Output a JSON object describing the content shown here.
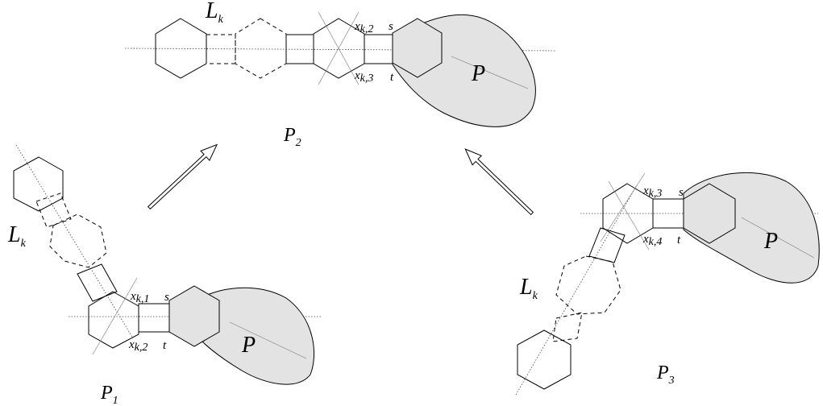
{
  "top": {
    "L": "L",
    "L_sub": "k",
    "x_top": "x",
    "x_top_sub": "k,2",
    "x_bot": "x",
    "x_bot_sub": "k,3",
    "s": "s",
    "t": "t",
    "P": "P",
    "name": "P",
    "name_sub": "2"
  },
  "left": {
    "L": "L",
    "L_sub": "k",
    "x_top": "x",
    "x_top_sub": "k,1",
    "x_bot": "x",
    "x_bot_sub": "k,2",
    "s": "s",
    "t": "t",
    "P": "P",
    "name": "P",
    "name_sub": "1"
  },
  "right": {
    "L": "L",
    "L_sub": "k",
    "x_top": "x",
    "x_top_sub": "k,3",
    "x_bot": "x",
    "x_bot_sub": "k,4",
    "s": "s",
    "t": "t",
    "P": "P",
    "name": "P",
    "name_sub": "3"
  }
}
